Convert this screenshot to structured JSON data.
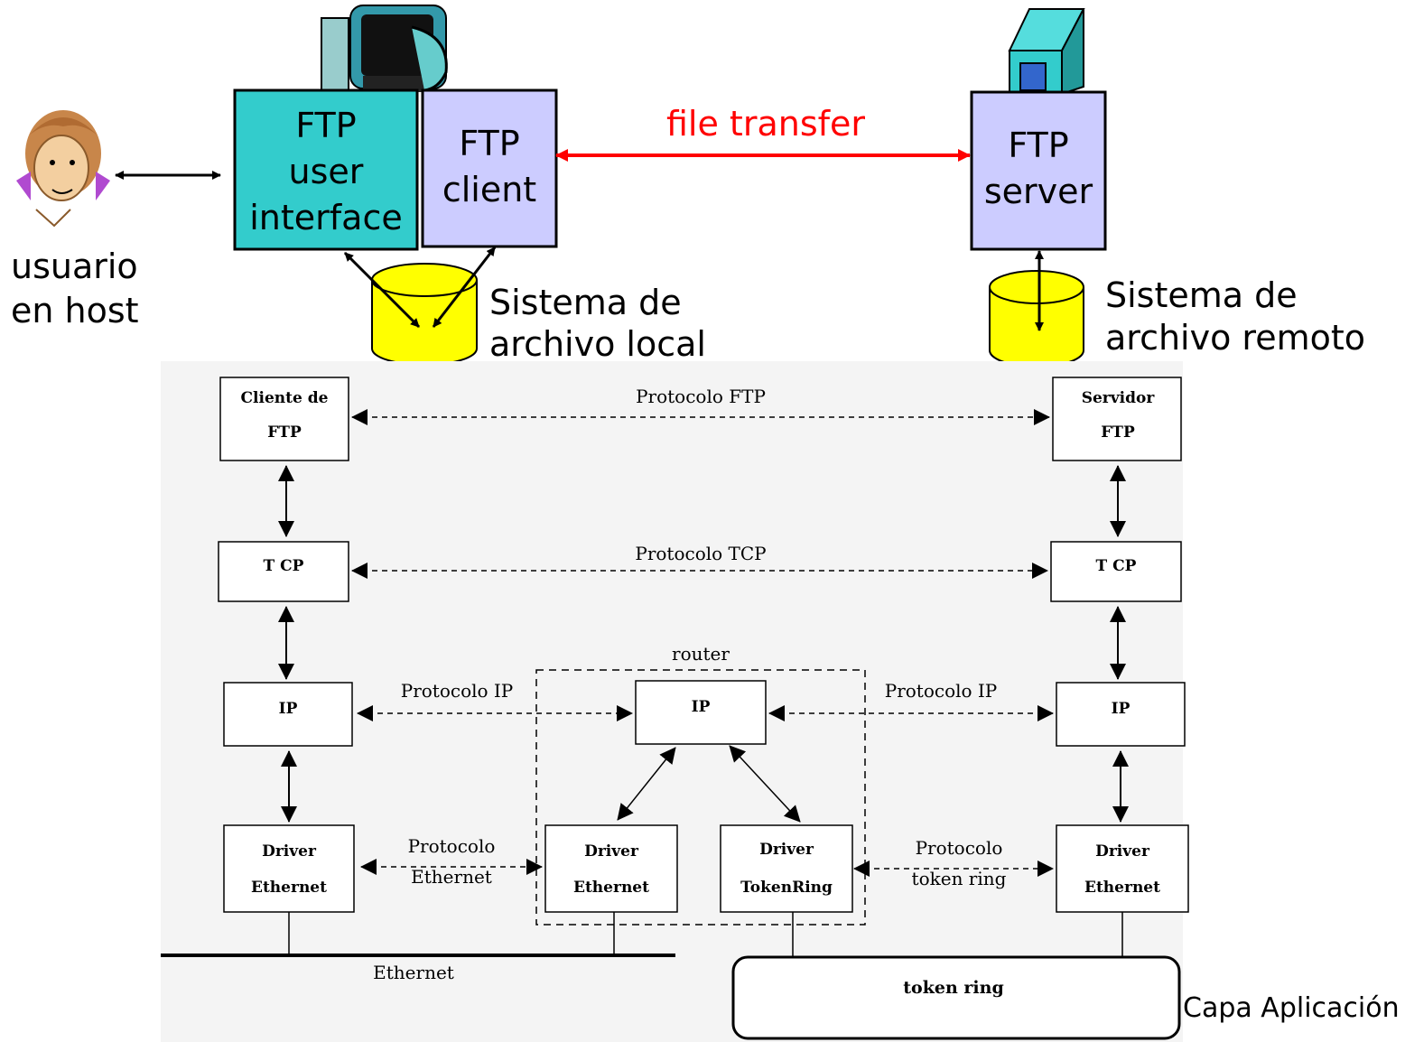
{
  "top": {
    "user_label": [
      "usuario",
      "en host"
    ],
    "ui_box": [
      "FTP",
      "user",
      "interface"
    ],
    "client_box": [
      "FTP",
      "client"
    ],
    "server_box": [
      "FTP",
      "server"
    ],
    "transfer_label": "file transfer",
    "local_fs": [
      "Sistema de",
      "archivo local"
    ],
    "remote_fs": [
      "Sistema de",
      "archivo remoto"
    ]
  },
  "stack": {
    "ftp_client": [
      "Cliente de",
      "FTP"
    ],
    "ftp_server": [
      "Servidor",
      "FTP"
    ],
    "tcp": "T CP",
    "ip": "IP",
    "driver_ethernet": [
      "Driver",
      "Ethernet"
    ],
    "driver_tokenring": [
      "Driver",
      "TokenRing"
    ],
    "router": "router",
    "proto_ftp": "Protocolo FTP",
    "proto_tcp": "Protocolo TCP",
    "proto_ip": "Protocolo IP",
    "proto_ethernet": [
      "Protocolo",
      "Ethernet"
    ],
    "proto_token": [
      "Protocolo",
      "token ring"
    ],
    "ethernet_bus": "Ethernet",
    "token_ring": "token ring"
  },
  "footer": "Capa Aplicación",
  "colors": {
    "teal": "#33cccc",
    "lavender": "#ccccff",
    "yellow": "#ffff00",
    "red": "#ff0000",
    "diagram_bg": "#f4f4f4"
  }
}
